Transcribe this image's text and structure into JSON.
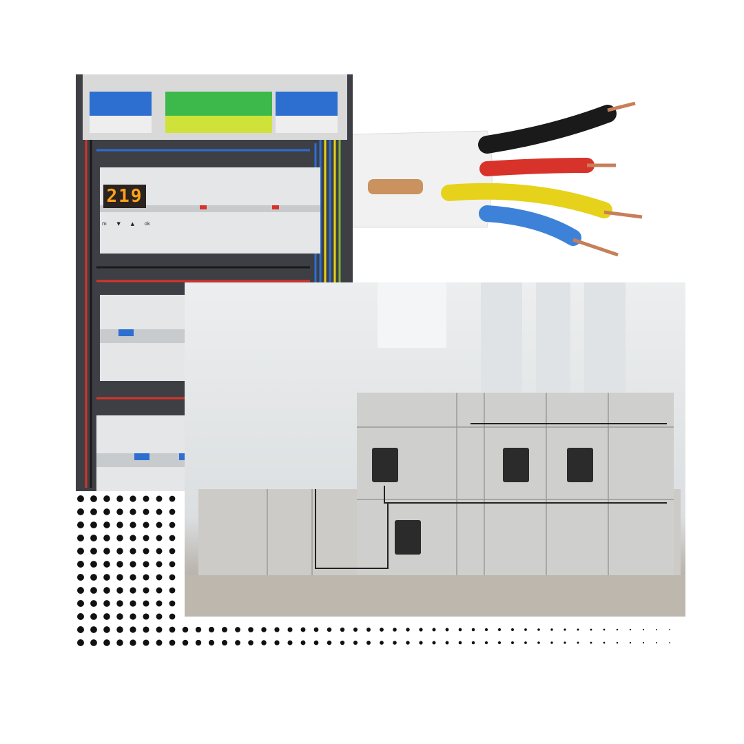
{
  "images": [
    {
      "subject": "electrical-distribution-panel",
      "display_reading": "219",
      "button_labels": [
        "m",
        "▼",
        "▲",
        "ok"
      ]
    },
    {
      "subject": "electrical-cable-with-zipper"
    },
    {
      "subject": "switchgear-cabinets"
    }
  ],
  "colors": {
    "background": "#ffffff",
    "dots": "#111111",
    "wire_blue": "#2a6fd6",
    "wire_yellow": "#e6d21a",
    "wire_red": "#d8332a",
    "wire_black": "#1a1a1a"
  }
}
